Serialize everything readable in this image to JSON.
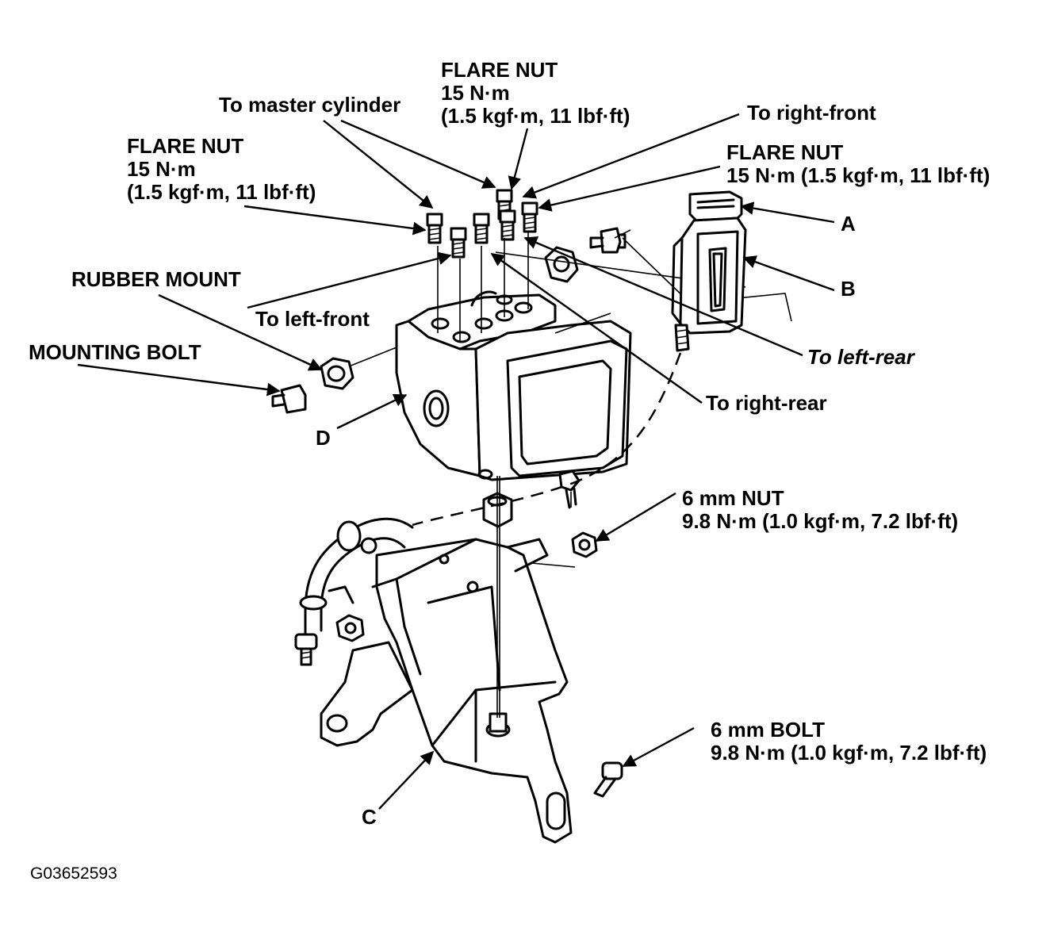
{
  "labels": {
    "flare_nut_top": {
      "line1": "FLARE NUT",
      "line2": "15 N·m",
      "line3": "(1.5 kgf·m, 11 lbf·ft)"
    },
    "to_master_cylinder": "To master cylinder",
    "to_right_front": "To right-front",
    "flare_nut_left": {
      "line1": "FLARE NUT",
      "line2": "15 N·m",
      "line3": "(1.5 kgf·m, 11 lbf·ft)"
    },
    "flare_nut_right": {
      "line1": "FLARE NUT",
      "line2": "15 N·m (1.5 kgf·m, 11 lbf·ft)"
    },
    "callout_a": "A",
    "callout_b": "B",
    "callout_c": "C",
    "callout_d": "D",
    "rubber_mount": "RUBBER MOUNT",
    "to_left_front": "To left-front",
    "mounting_bolt": "MOUNTING BOLT",
    "to_left_rear": "To left-rear",
    "to_right_rear": "To right-rear",
    "nut_6mm": {
      "line1": "6 mm NUT",
      "line2": "9.8 N·m (1.0 kgf·m, 7.2 lbf·ft)"
    },
    "bolt_6mm": {
      "line1": "6 mm BOLT",
      "line2": "9.8 N·m (1.0 kgf·m, 7.2 lbf·ft)"
    },
    "figure_code": "G03652593"
  }
}
